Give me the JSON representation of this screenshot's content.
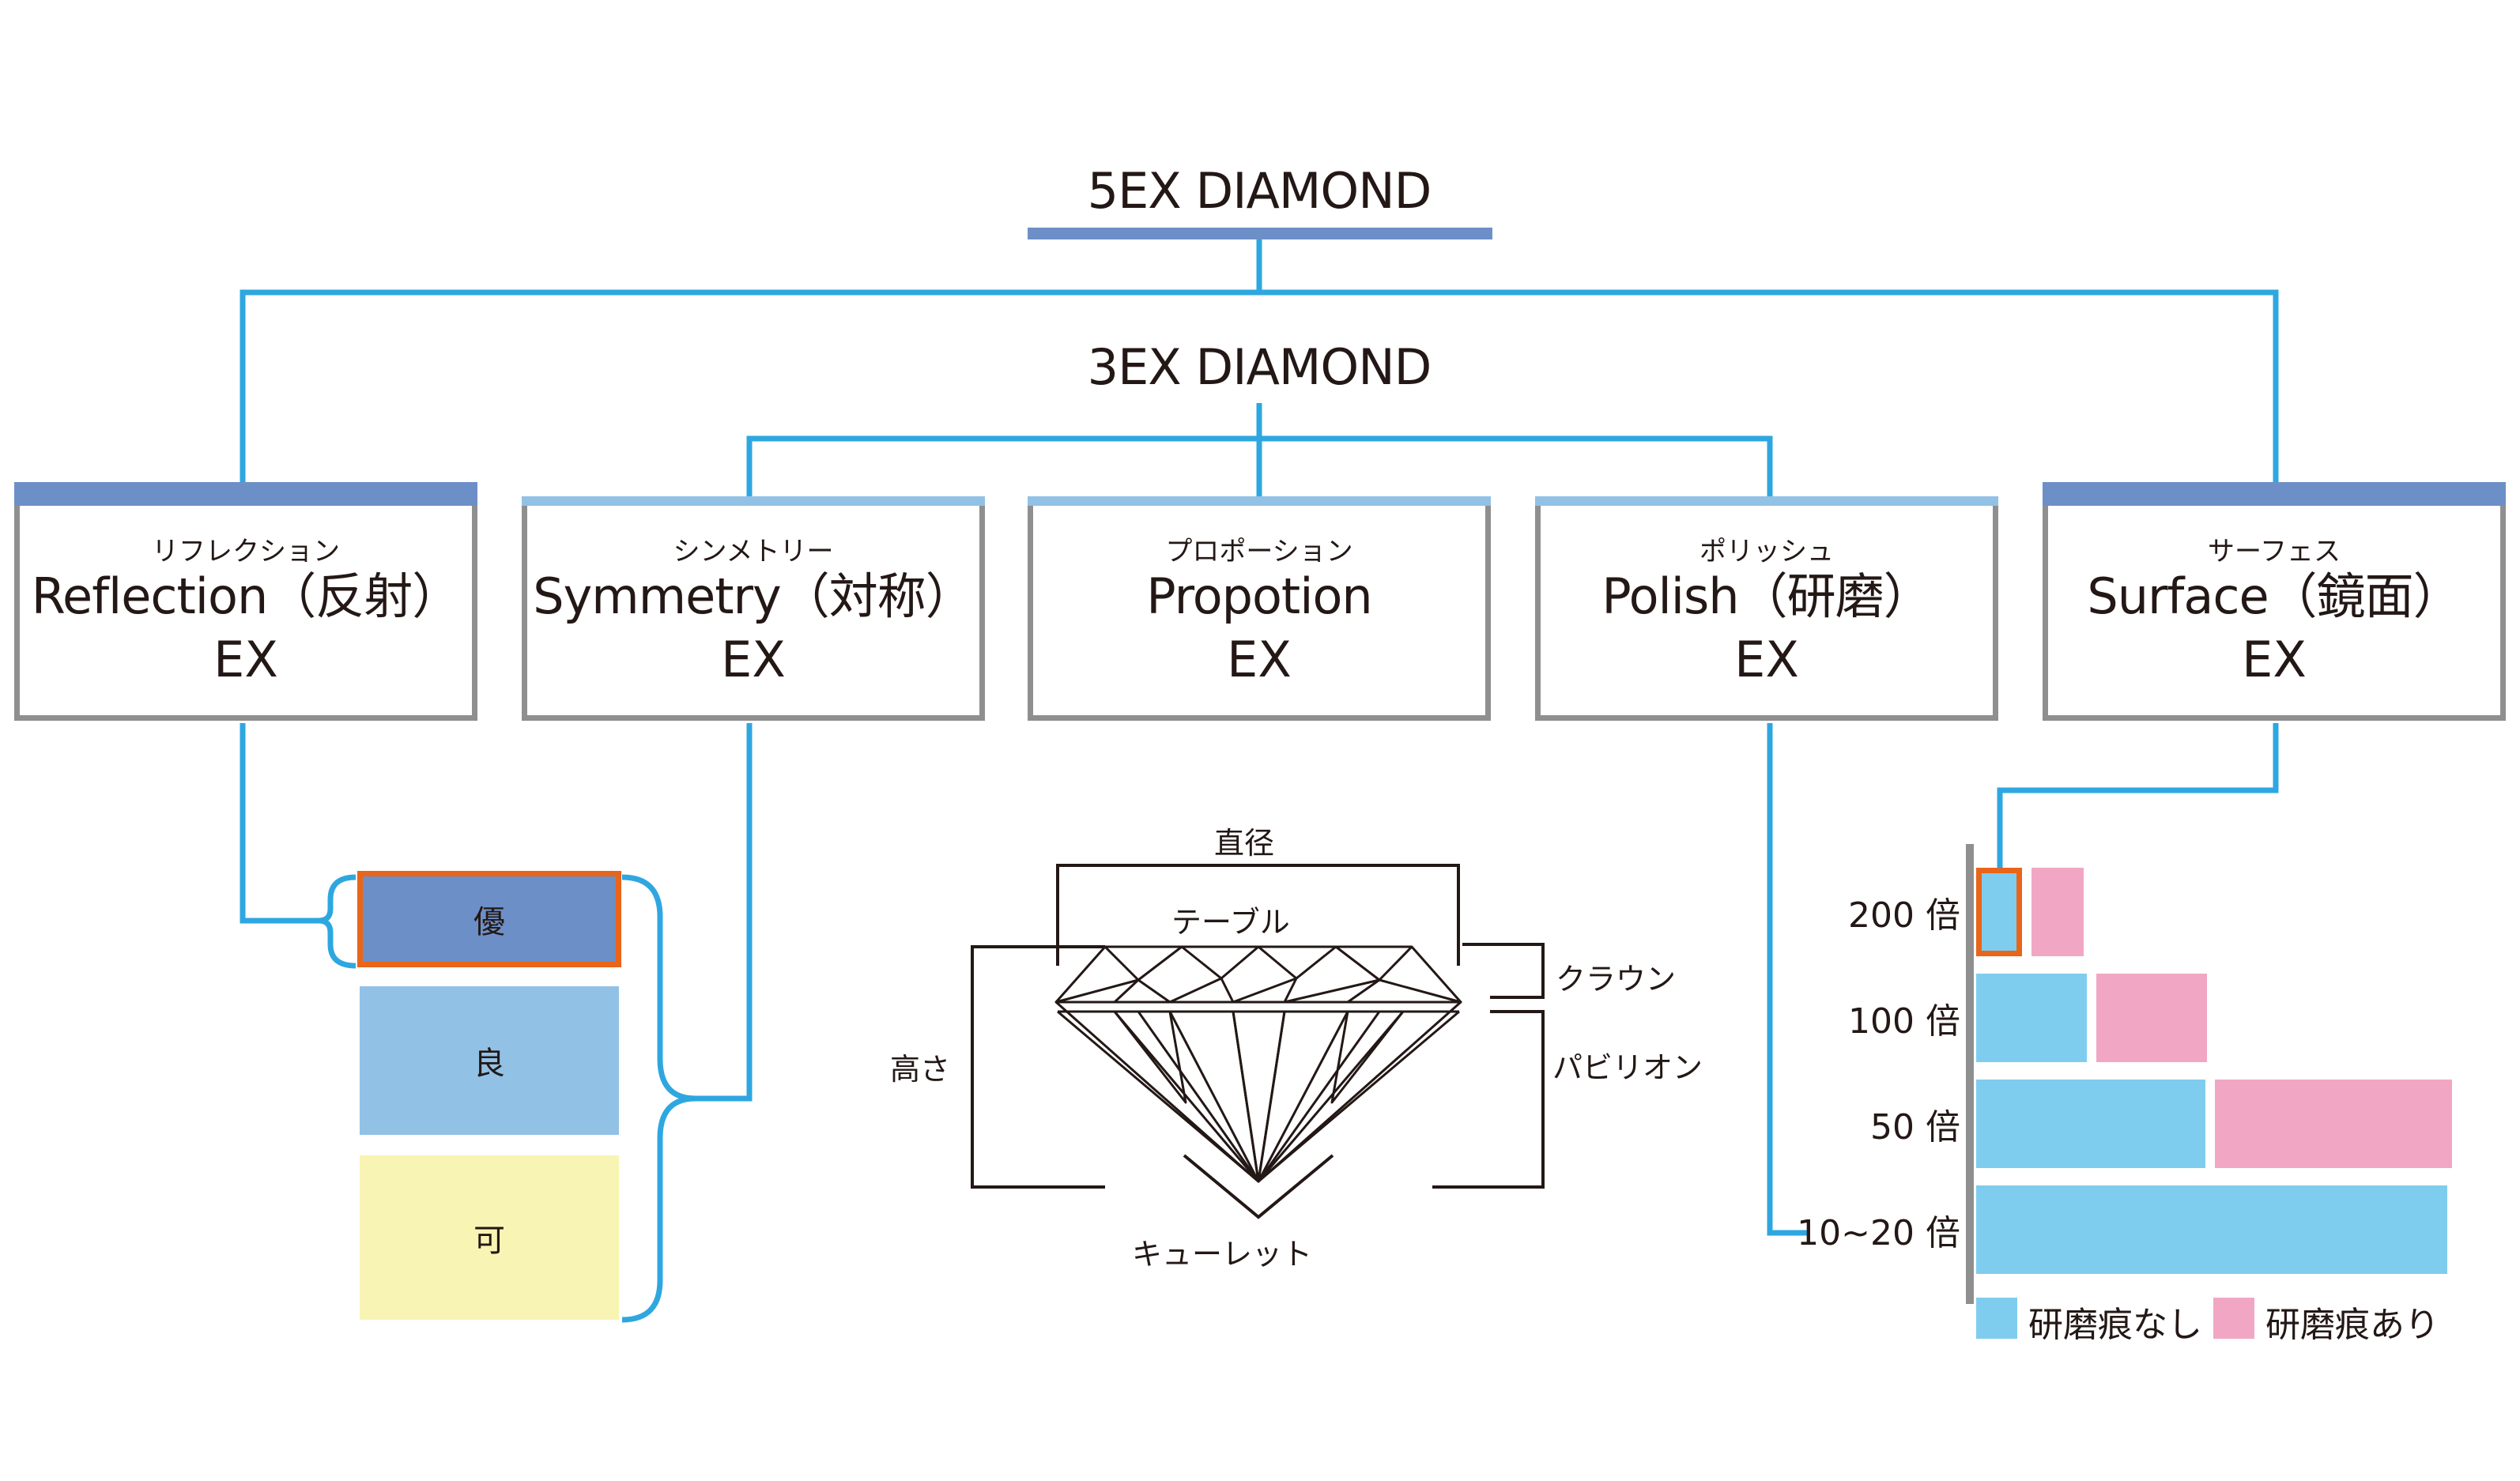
{
  "diagram": {
    "top_title": "5EX DIAMOND",
    "mid_title": "3EX DIAMOND",
    "categories": [
      {
        "ruby": "リフレクション",
        "name": "Reflection（反射）",
        "grade": "EX"
      },
      {
        "ruby": "シンメトリー",
        "name": "Symmetry（対称）",
        "grade": "EX"
      },
      {
        "ruby": "プロポーション",
        "name": "Propotion",
        "grade": "EX"
      },
      {
        "ruby": "ポリッシュ",
        "name": "Polish（研磨）",
        "grade": "EX"
      },
      {
        "ruby": "サーフェス",
        "name": "Surface（鏡面）",
        "grade": "EX"
      }
    ],
    "grades": [
      {
        "label": "優",
        "color": "#6d8fc7",
        "highlighted": true
      },
      {
        "label": "良",
        "color": "#92c1e6",
        "highlighted": false
      },
      {
        "label": "可",
        "color": "#f8f5b4",
        "highlighted": false
      }
    ],
    "gem_labels": {
      "diameter": "直径",
      "table": "テーブル",
      "crown": "クラウン",
      "height": "高さ",
      "pavilion": "パビリオン",
      "culet": "キューレット"
    },
    "magnification": {
      "rows": [
        {
          "label": "200 倍",
          "no_marks": 1,
          "marks": 1
        },
        {
          "label": "100 倍",
          "no_marks": 1,
          "marks": 1
        },
        {
          "label": "50 倍",
          "no_marks": 1,
          "marks": 1
        },
        {
          "label": "10~20 倍",
          "no_marks": 1,
          "marks": 0
        }
      ],
      "legend": [
        {
          "label": "研磨痕なし",
          "color": "#7fcdee"
        },
        {
          "label": "研磨痕あり",
          "color": "#f1a7c4"
        }
      ]
    },
    "colors": {
      "connector": "#2ea7e0",
      "dark_bar": "#6d8fc7",
      "light_bar": "#92c1e6",
      "card_border": "#8f8f8f",
      "highlight": "#e8651a"
    }
  }
}
